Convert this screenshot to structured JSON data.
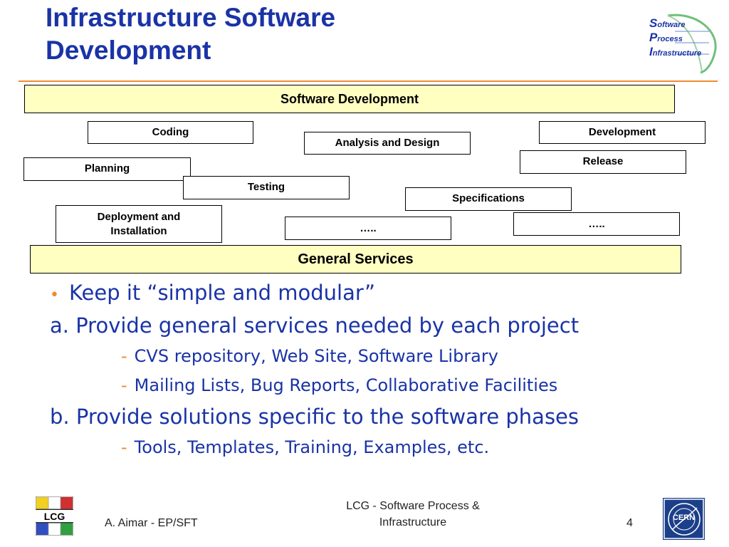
{
  "title": {
    "line1": "Infrastructure Software",
    "line2": "Development"
  },
  "logo_spi": {
    "s": "S",
    "oftware": "oftware",
    "p": "P",
    "rocess": "rocess",
    "i": "I",
    "nfrastructure": "nfrastructure"
  },
  "diagram": {
    "top_band": "Software Development",
    "bottom_band": "General Services",
    "boxes": {
      "coding": "Coding",
      "analysis": "Analysis and Design",
      "development": "Development",
      "release": "Release",
      "planning": "Planning",
      "testing": "Testing",
      "specifications": "Specifications",
      "deployment_line1": "Deployment and",
      "deployment_line2": "Installation",
      "more1": "…..",
      "more2": "….."
    }
  },
  "bullets": {
    "main": "Keep it “simple and modular”",
    "a": "a. Provide general services needed by each project",
    "a_items": [
      "CVS repository, Web Site, Software Library",
      "Mailing Lists, Bug Reports, Collaborative Facilities"
    ],
    "b": "b. Provide solutions specific to the software phases",
    "b_items": [
      "Tools, Templates, Training, Examples, etc."
    ]
  },
  "footer": {
    "author": "A. Aimar - EP/SFT",
    "center_line1": "LCG - Software Process &",
    "center_line2": "Infrastructure",
    "page": "4",
    "lcg_logo": "LCG",
    "cern_logo": "CERN"
  },
  "colors": {
    "title": "#1a33a6",
    "accent": "#f08a30",
    "band": "#ffffc2",
    "cern": "#1c3f8a"
  }
}
